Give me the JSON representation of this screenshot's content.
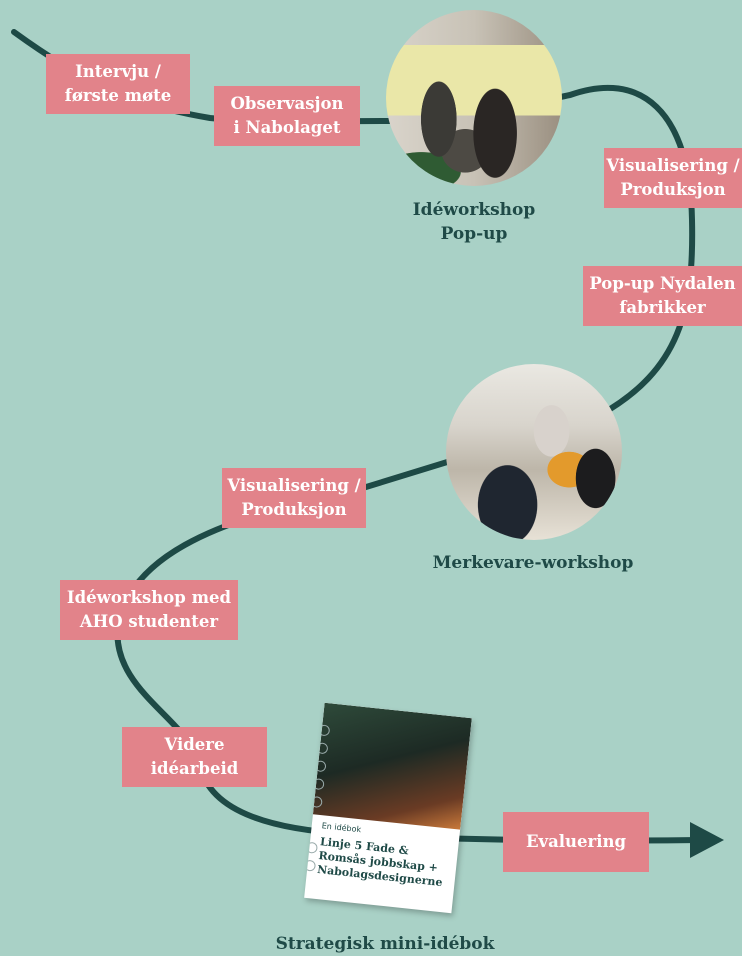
{
  "steps": {
    "intervju": "Intervju /\nførste møte",
    "observasjon": "Observasjon\ni Nabolaget",
    "visualisering_1": "Visualisering /\nProduksjon",
    "popup_nydalen": "Pop-up Nydalen\nfabrikker",
    "visualisering_2": "Visualisering /\nProduksjon",
    "ideworkshop_aho": "Idéworkshop med\nAHO studenter",
    "videre": "Videre\nidéarbeid",
    "evaluering": "Evaluering"
  },
  "captions": {
    "ideworkshop_popup": "Idéworkshop\nPop-up",
    "merkevare": "Merkevare-workshop",
    "mini_idebok": "Strategisk mini-idébok"
  },
  "book": {
    "kicker": "En idébok",
    "title": "Linje 5 Fade &\nRomsås jobbskap +\nNabolagsdesignerne"
  },
  "colors": {
    "background": "#a9d1c6",
    "path": "#1e4a46",
    "box": "#e2838a",
    "caption": "#1f4a47"
  },
  "icons": {
    "end": "arrow-head-icon"
  }
}
